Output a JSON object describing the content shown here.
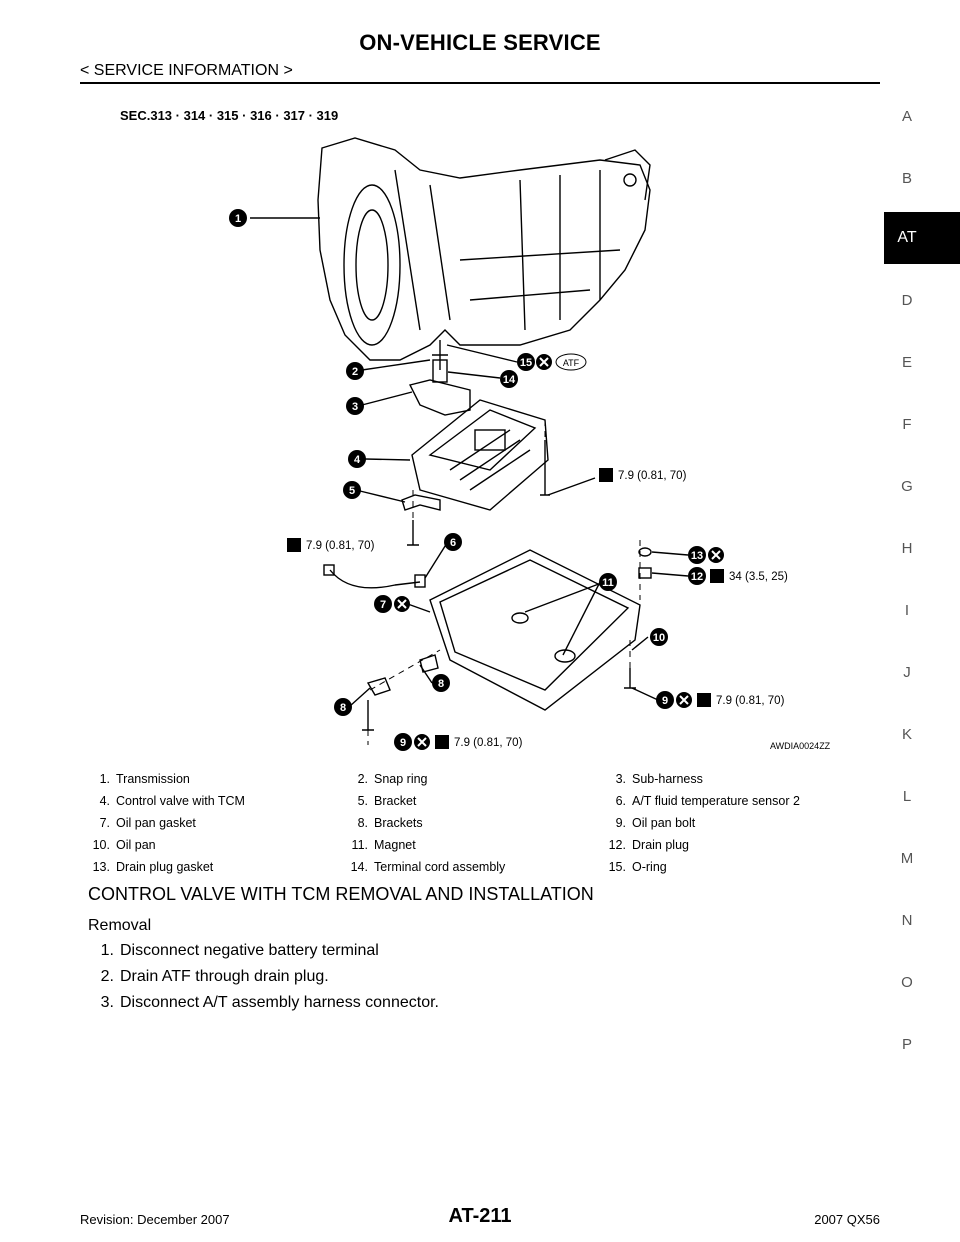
{
  "header": {
    "title": "ON-VEHICLE SERVICE",
    "subtitle": "< SERVICE INFORMATION >"
  },
  "side_tabs": {
    "letters": [
      "A",
      "B",
      "AT",
      "D",
      "E",
      "F",
      "G",
      "H",
      "I",
      "J",
      "K",
      "L",
      "M",
      "N",
      "O",
      "P"
    ],
    "active": "AT"
  },
  "figure": {
    "section_ref": "SEC.313 · 314 · 315 · 316 · 317 · 319",
    "code": "AWDIA0024ZZ",
    "torque_oil_pan_upper": "7.9 (0.81, 70)",
    "torque_bracket": "7.9 (0.81, 70)",
    "torque_drain_plug": "34 (3.5, 25)",
    "torque_oil_pan_right": "7.9 (0.81, 70)",
    "torque_oil_pan_bottom": "7.9 (0.81, 70)",
    "atf_label": "ATF",
    "callouts": [
      "1",
      "2",
      "3",
      "4",
      "5",
      "6",
      "7",
      "8",
      "9",
      "10",
      "11",
      "12",
      "13",
      "14",
      "15"
    ]
  },
  "legend": [
    [
      {
        "n": "1.",
        "t": "Transmission"
      },
      {
        "n": "2.",
        "t": "Snap ring"
      },
      {
        "n": "3.",
        "t": "Sub-harness"
      }
    ],
    [
      {
        "n": "4.",
        "t": "Control valve with TCM"
      },
      {
        "n": "5.",
        "t": "Bracket"
      },
      {
        "n": "6.",
        "t": "A/T fluid temperature sensor 2"
      }
    ],
    [
      {
        "n": "7.",
        "t": "Oil pan gasket"
      },
      {
        "n": "8.",
        "t": "Brackets"
      },
      {
        "n": "9.",
        "t": "Oil pan bolt"
      }
    ],
    [
      {
        "n": "10.",
        "t": "Oil pan"
      },
      {
        "n": "11.",
        "t": "Magnet"
      },
      {
        "n": "12.",
        "t": "Drain plug"
      }
    ],
    [
      {
        "n": "13.",
        "t": "Drain plug gasket"
      },
      {
        "n": "14.",
        "t": "Terminal cord assembly"
      },
      {
        "n": "15.",
        "t": "O-ring"
      }
    ]
  ],
  "content": {
    "section_title": "CONTROL VALVE WITH TCM REMOVAL AND INSTALLATION",
    "subhead": "Removal",
    "steps": [
      {
        "num": "1.",
        "text": "Disconnect negative battery terminal"
      },
      {
        "num": "2.",
        "text": "Drain ATF through drain plug."
      },
      {
        "num": "3.",
        "text": "Disconnect A/T assembly harness connector."
      }
    ]
  },
  "footer": {
    "revision": "Revision: December 2007",
    "page": "AT-211",
    "model": "2007 QX56"
  }
}
